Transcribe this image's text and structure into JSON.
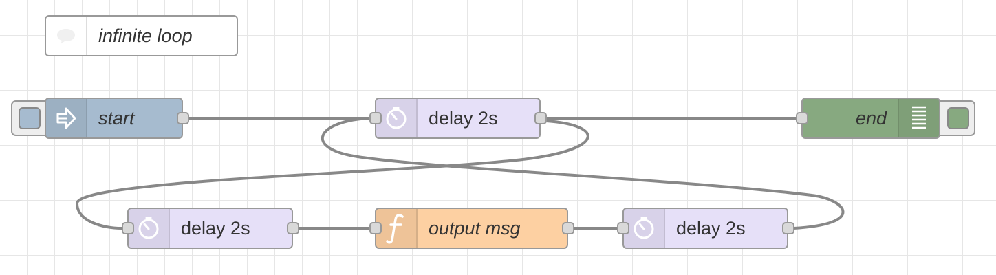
{
  "comment": {
    "label": "infinite loop",
    "icon": "comment-icon"
  },
  "nodes": {
    "start": {
      "label": "start",
      "type": "inject",
      "icon": "arrow-in-icon",
      "color": "#a6bbcf"
    },
    "delay_top": {
      "label": "delay 2s",
      "type": "delay",
      "icon": "timer-icon",
      "color": "#e6e0f8"
    },
    "end": {
      "label": "end",
      "type": "debug",
      "icon": "debug-list-icon",
      "color": "#87a980"
    },
    "delay_left": {
      "label": "delay 2s",
      "type": "delay",
      "icon": "timer-icon",
      "color": "#e6e0f8"
    },
    "output_msg": {
      "label": "output msg",
      "type": "function",
      "icon": "function-icon",
      "color": "#fdd0a2"
    },
    "delay_right": {
      "label": "delay 2s",
      "type": "delay",
      "icon": "timer-icon",
      "color": "#e6e0f8"
    }
  },
  "colors": {
    "wire": "#888888",
    "port": "#d9d9d9",
    "node_border": "#999999",
    "debug_button": "#87a980",
    "inject_button": "#a6bbcf"
  }
}
